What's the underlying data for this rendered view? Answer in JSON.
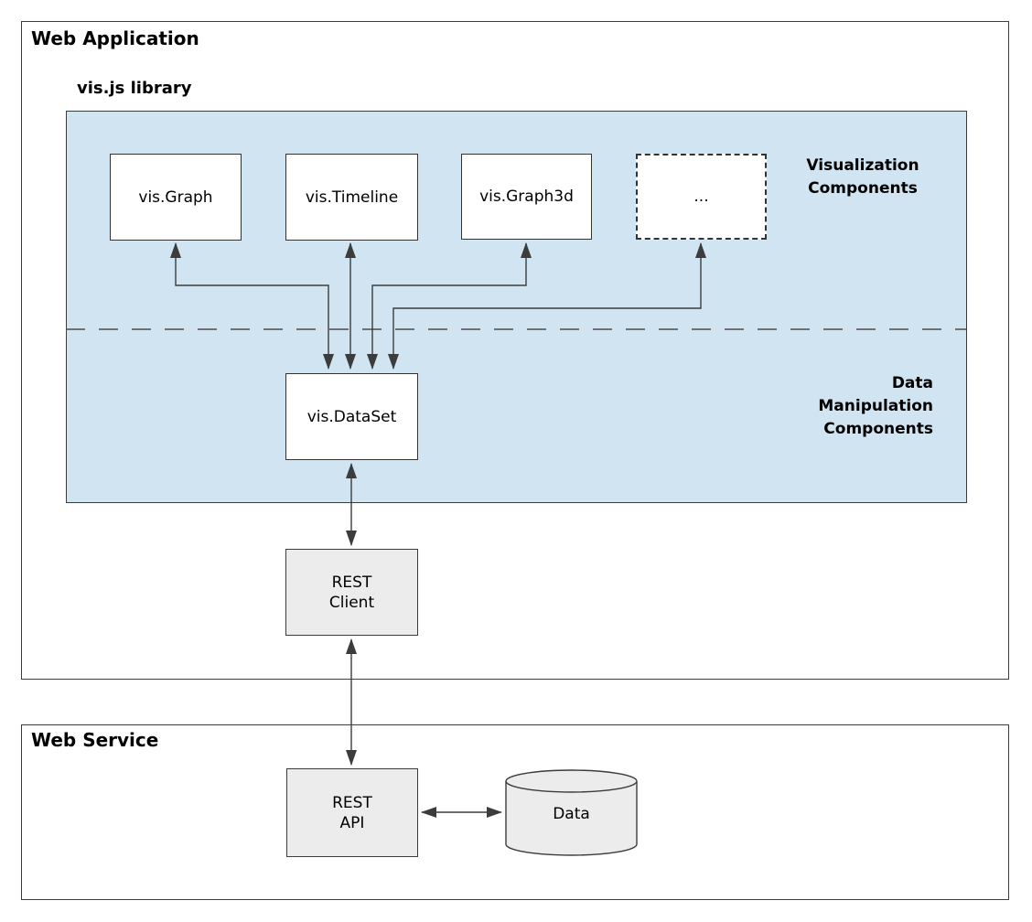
{
  "web_application": {
    "title": "Web Application",
    "library": {
      "title": "vis.js library",
      "section_labels": {
        "visualization": "Visualization\nComponents",
        "data_manipulation": "Data\nManipulation\nComponents"
      },
      "visualization_components": [
        {
          "label": "vis.Graph"
        },
        {
          "label": "vis.Timeline"
        },
        {
          "label": "vis.Graph3d"
        },
        {
          "label": "..."
        }
      ],
      "dataset": {
        "label": "vis.DataSet"
      }
    },
    "rest_client": {
      "label": "REST\nClient"
    }
  },
  "web_service": {
    "title": "Web Service",
    "rest_api": {
      "label": "REST\nAPI"
    },
    "data_store": {
      "label": "Data"
    }
  },
  "colors": {
    "library_fill": "#d0e4f2",
    "node_fill": "#ffffff",
    "service_node_fill": "#ececec",
    "border": "#3c3c3c",
    "arrow": "#3c3c3c"
  }
}
